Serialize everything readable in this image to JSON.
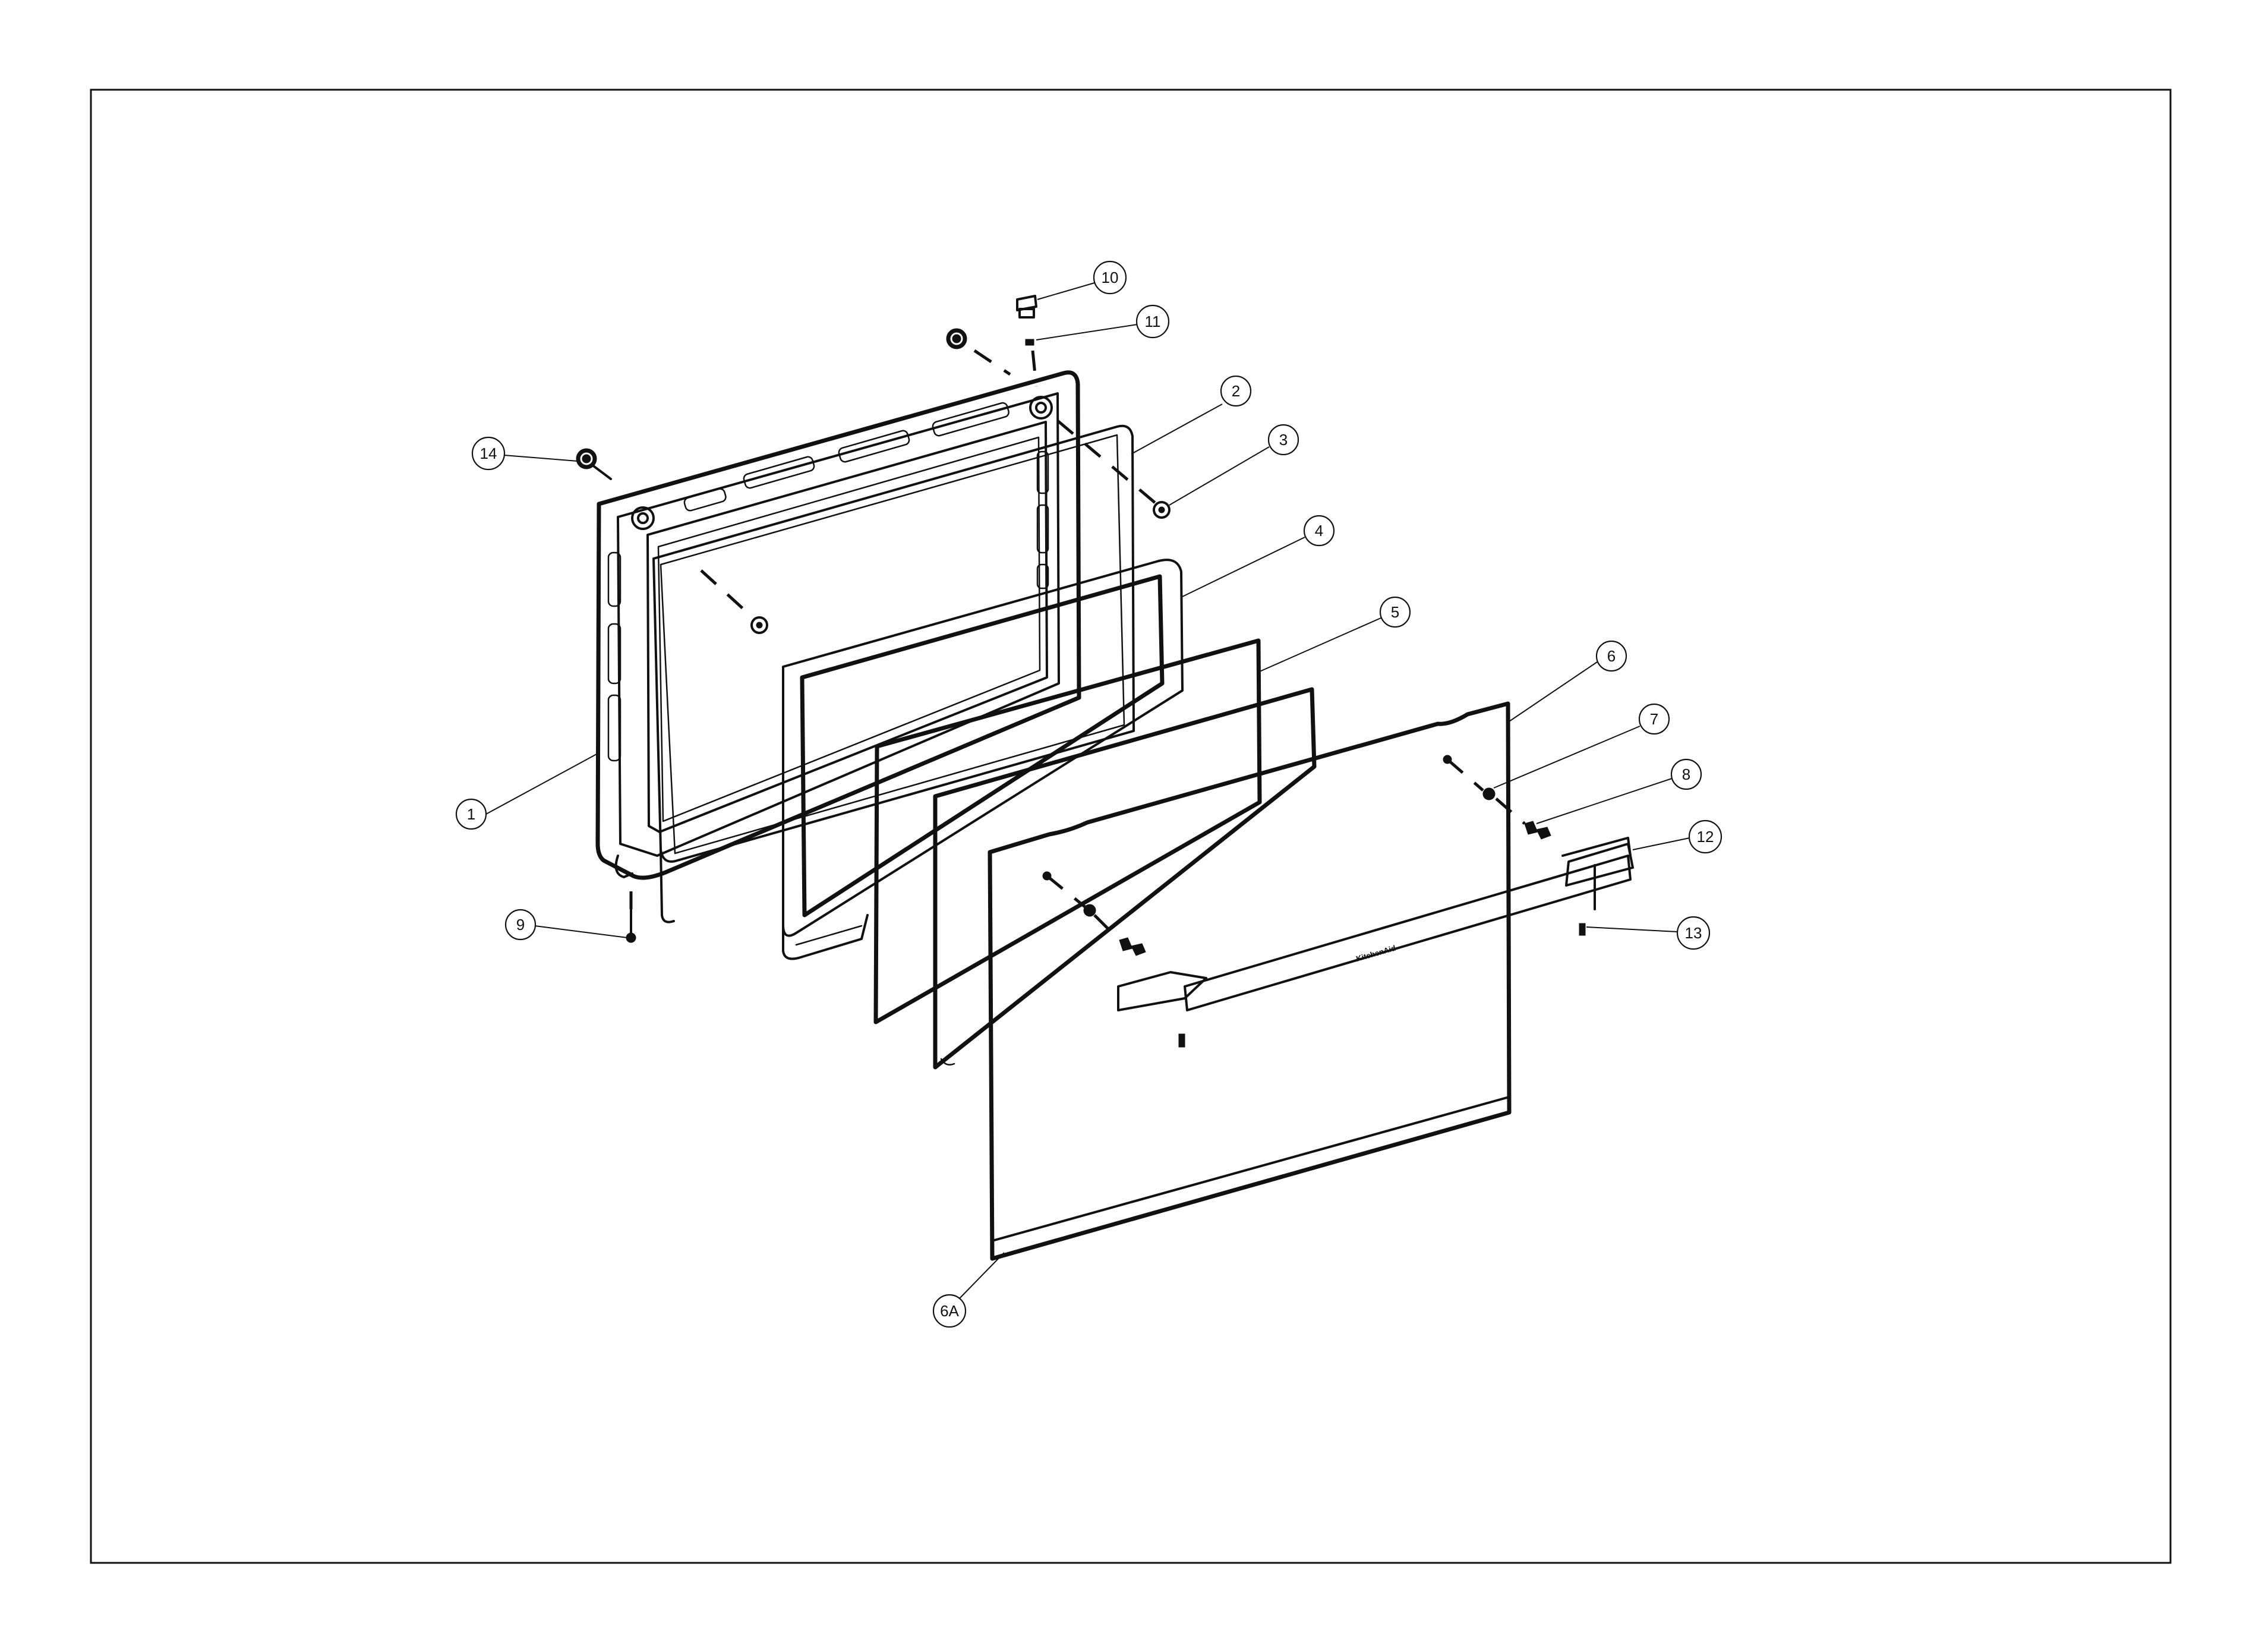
{
  "diagram": {
    "callouts": [
      {
        "id": "c1",
        "label": "1"
      },
      {
        "id": "c2",
        "label": "2"
      },
      {
        "id": "c3",
        "label": "3"
      },
      {
        "id": "c4",
        "label": "4"
      },
      {
        "id": "c5",
        "label": "5"
      },
      {
        "id": "c6",
        "label": "6"
      },
      {
        "id": "c6a",
        "label": "6A"
      },
      {
        "id": "c7",
        "label": "7"
      },
      {
        "id": "c8",
        "label": "8"
      },
      {
        "id": "c9",
        "label": "9"
      },
      {
        "id": "c10",
        "label": "10"
      },
      {
        "id": "c11",
        "label": "11"
      },
      {
        "id": "c12",
        "label": "12"
      },
      {
        "id": "c13",
        "label": "13"
      },
      {
        "id": "c14",
        "label": "14"
      }
    ],
    "logo_text": "KitchenAid"
  },
  "colors": {
    "line": "#111111",
    "background": "#ffffff"
  }
}
